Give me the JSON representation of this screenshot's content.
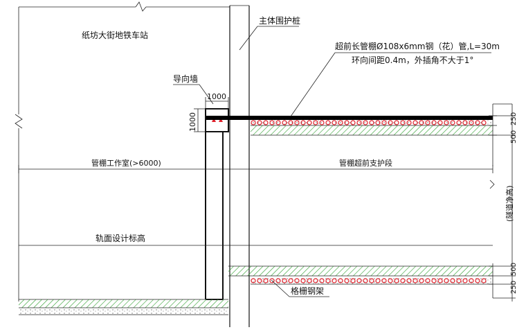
{
  "drawing": {
    "station_name": "纸坊大街地铁车站",
    "main_pile_label": "主体围护桩",
    "pipe_roof_label_line1": "超前长管棚Ø108x6mm钢（花）管,L=30m",
    "pipe_roof_label_line2": "环向间距0.4m，外插角不大于1°",
    "guide_wall_label": "导向墙",
    "guide_wall_width": "1000",
    "guide_wall_height": "1000",
    "work_room_label": "管棚工作室(>6000)",
    "support_section_label": "管棚超前支护段",
    "rail_level_label": "轨面设计标高",
    "lattice_frame_label": "格栅钢架",
    "tunnel_height_label": "(隧道净高)",
    "dim_250_top": "250",
    "dim_500_top": "500",
    "dim_500_bottom": "500",
    "dim_250_bottom": "250"
  },
  "colors": {
    "line": "#111111",
    "hatch_green": "#2e9e2e",
    "grout_red": "#e0202a",
    "pipe": "#000000"
  }
}
